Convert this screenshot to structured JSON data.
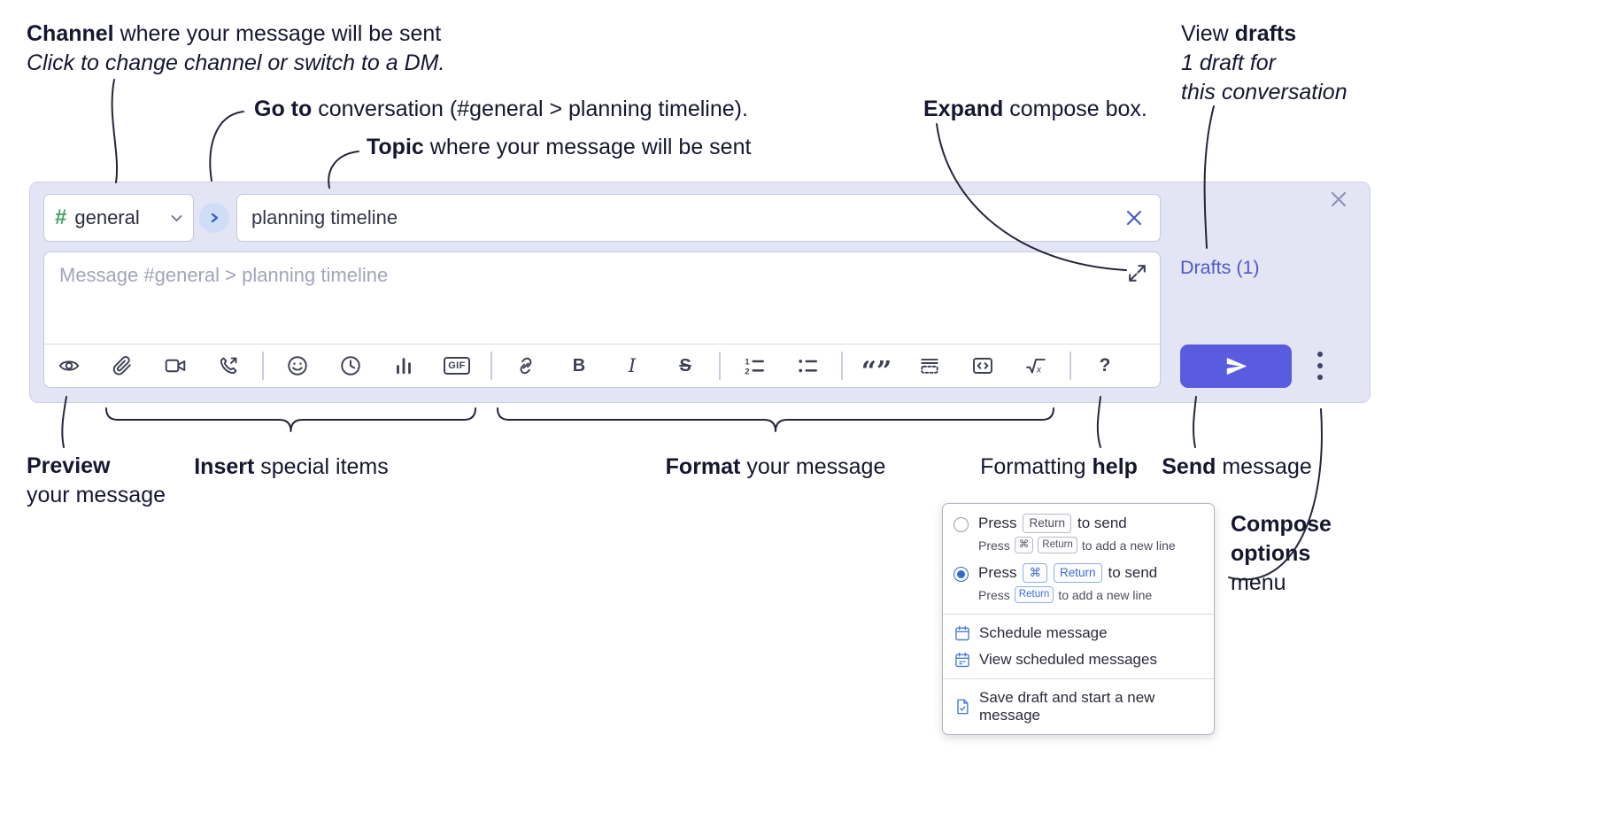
{
  "ann": {
    "channel_b": "Channel",
    "channel_r": " where your message will be sent",
    "channel_i": "Click to change channel or switch to a DM.",
    "goto_b": "Go to",
    "goto_r": " conversation (#general > planning timeline).",
    "topic_b": "Topic",
    "topic_r": " where your message will be sent",
    "expand_b": "Expand",
    "expand_r": " compose box.",
    "drafts_pre": "View ",
    "drafts_b": "drafts",
    "drafts_i1": "1 draft for",
    "drafts_i2": "this conversation",
    "preview_b": "Preview",
    "preview_r": "your message",
    "insert_b": "Insert",
    "insert_r": " special items",
    "format_b": "Format",
    "format_r": " your message",
    "help_pre": "Formatting ",
    "help_b": "help",
    "send_b": "Send",
    "send_r": " message",
    "opts_b1": "Compose",
    "opts_b2": "options",
    "opts_r": "menu"
  },
  "compose": {
    "channel": "general",
    "topic": "planning timeline",
    "placeholder": "Message #general > planning timeline",
    "drafts_label": "Drafts (1)"
  },
  "toolbar": {
    "icons": [
      "preview-eye",
      "attach-paperclip",
      "video-call",
      "voice-call",
      "divider",
      "emoji-smile",
      "time-clock",
      "poll-chart",
      "gif",
      "divider",
      "link",
      "bold",
      "italic",
      "strikethrough",
      "divider",
      "numbered-list",
      "bulleted-list",
      "divider",
      "quote",
      "spoiler",
      "code",
      "math",
      "divider",
      "help-question"
    ],
    "glyphs": {
      "gif": "GIF",
      "bold": "B",
      "italic": "I",
      "strikethrough": "S",
      "quote": "“”",
      "help": "?",
      "math_x": "x",
      "num1": "1",
      "num2": "2"
    }
  },
  "popup": {
    "opt1": {
      "main_pre": "Press",
      "main_key": "Return",
      "main_post": "to send",
      "sub_pre": "Press",
      "sub_key1": "⌘",
      "sub_key2": "Return",
      "sub_post": "to add a new line"
    },
    "opt2": {
      "main_pre": "Press",
      "main_key1": "⌘",
      "main_key2": "Return",
      "main_post": "to send",
      "sub_pre": "Press",
      "sub_key": "Return",
      "sub_post": "to add a new line"
    },
    "item1": "Schedule message",
    "item2": "View scheduled messages",
    "item3": "Save draft and start a new message"
  },
  "colors": {
    "compose_bg": "#e3e5f4",
    "send_button": "#5a5ce0",
    "drafts_link": "#5058c8",
    "kbd_blue": "#3b6cd6",
    "channel_hash_green": "#43a35f",
    "icon_gray": "#3d4053",
    "annotation_text": "#15172f"
  }
}
